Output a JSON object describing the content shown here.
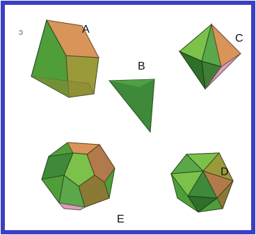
{
  "solids": [
    {
      "key": "A",
      "label": "A",
      "icon": "cube-icon"
    },
    {
      "key": "B",
      "label": "B",
      "icon": "tetrahedron-icon"
    },
    {
      "key": "C",
      "label": "C",
      "icon": "octahedron-icon"
    },
    {
      "key": "D",
      "label": "D",
      "icon": "icosahedron-icon"
    },
    {
      "key": "E",
      "label": "E",
      "icon": "dodecahedron-icon"
    }
  ],
  "corner_mark": "ɔ",
  "colors": {
    "border": "#3b3fc0",
    "green_light": "#7cc24a",
    "green_mid": "#4f9e3a",
    "green_dark": "#2e6f2a",
    "olive": "#9a9a3a",
    "orange": "#d9945a",
    "pink": "#d8a0b8"
  }
}
